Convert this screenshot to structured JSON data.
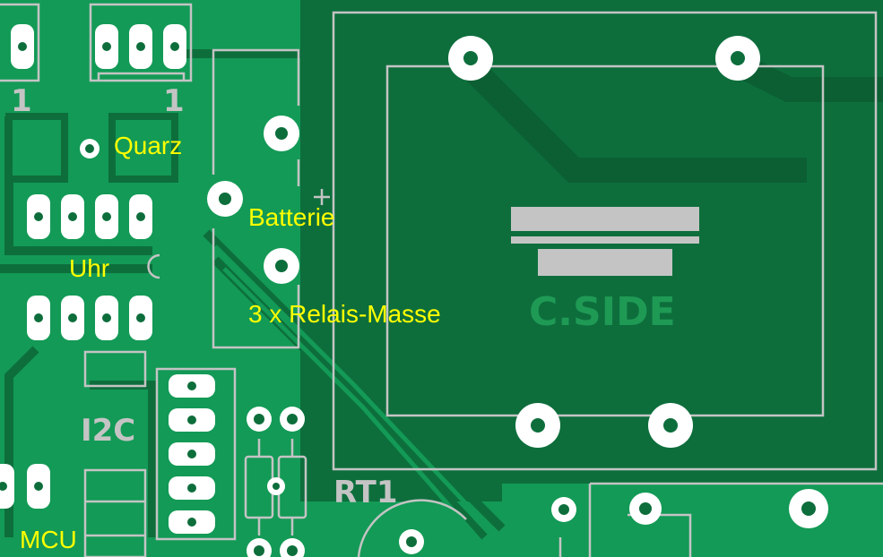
{
  "colors": {
    "board": "#0d6e3c",
    "pour": "#139a56",
    "silkscreen": "#c4c4c4",
    "label": "#ffff00",
    "pad": "#ffffff"
  },
  "labels": {
    "quarz": "Quarz",
    "batterie": "Batterie",
    "uhr": "Uhr",
    "relais": "3 x Relais-Masse",
    "mcu": "MCU"
  },
  "silkscreen": {
    "pin1_left": "1",
    "pin1_right": "1",
    "i2c": "I2C",
    "rt1": "RT1",
    "cside": "C.SIDE"
  }
}
